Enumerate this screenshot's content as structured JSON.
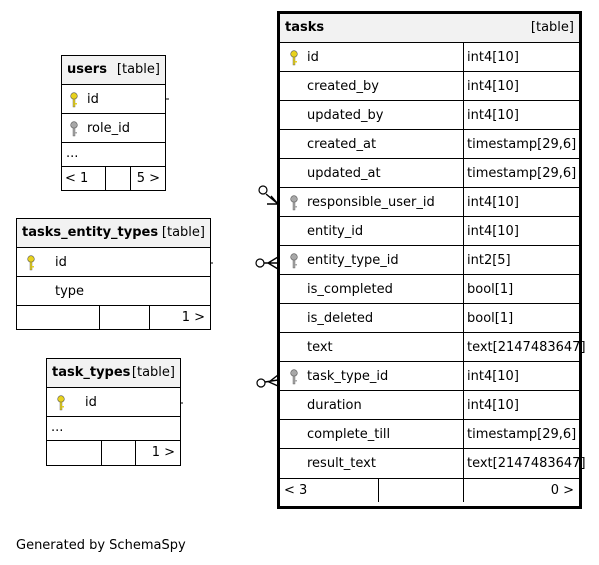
{
  "tables": {
    "users": {
      "name": "users",
      "type": "[table]",
      "columns": [
        {
          "name": "id",
          "key": "primary"
        },
        {
          "name": "role_id",
          "key": "foreign"
        }
      ],
      "ellipsis": "...",
      "footer": {
        "parents": "< 1",
        "children": "5 >"
      }
    },
    "tasks_entity_types": {
      "name": "tasks_entity_types",
      "type": "[table]",
      "columns": [
        {
          "name": "id",
          "key": "primary"
        },
        {
          "name": "type",
          "key": ""
        }
      ],
      "footer": {
        "parents": "",
        "children": "1 >"
      }
    },
    "task_types": {
      "name": "task_types",
      "type": "[table]",
      "columns": [
        {
          "name": "id",
          "key": "primary"
        }
      ],
      "ellipsis": "...",
      "footer": {
        "parents": "",
        "children": "1 >"
      }
    },
    "tasks": {
      "name": "tasks",
      "type": "[table]",
      "columns": [
        {
          "name": "id",
          "type": "int4[10]",
          "key": "primary"
        },
        {
          "name": "created_by",
          "type": "int4[10]",
          "key": ""
        },
        {
          "name": "updated_by",
          "type": "int4[10]",
          "key": ""
        },
        {
          "name": "created_at",
          "type": "timestamp[29,6]",
          "key": ""
        },
        {
          "name": "updated_at",
          "type": "timestamp[29,6]",
          "key": ""
        },
        {
          "name": "responsible_user_id",
          "type": "int4[10]",
          "key": "foreign"
        },
        {
          "name": "entity_id",
          "type": "int4[10]",
          "key": ""
        },
        {
          "name": "entity_type_id",
          "type": "int2[5]",
          "key": "foreign"
        },
        {
          "name": "is_completed",
          "type": "bool[1]",
          "key": ""
        },
        {
          "name": "is_deleted",
          "type": "bool[1]",
          "key": ""
        },
        {
          "name": "text",
          "type": "text[2147483647]",
          "key": ""
        },
        {
          "name": "task_type_id",
          "type": "int4[10]",
          "key": "foreign"
        },
        {
          "name": "duration",
          "type": "int4[10]",
          "key": ""
        },
        {
          "name": "complete_till",
          "type": "timestamp[29,6]",
          "key": ""
        },
        {
          "name": "result_text",
          "type": "text[2147483647]",
          "key": ""
        }
      ],
      "footer": {
        "parents": "< 3",
        "children": "0 >"
      }
    }
  },
  "colors": {
    "primary_key": "#e8d21d",
    "foreign_key": "#a8a8a8",
    "header_bg": "#f2f2f2"
  },
  "credit": "Generated by SchemaSpy"
}
